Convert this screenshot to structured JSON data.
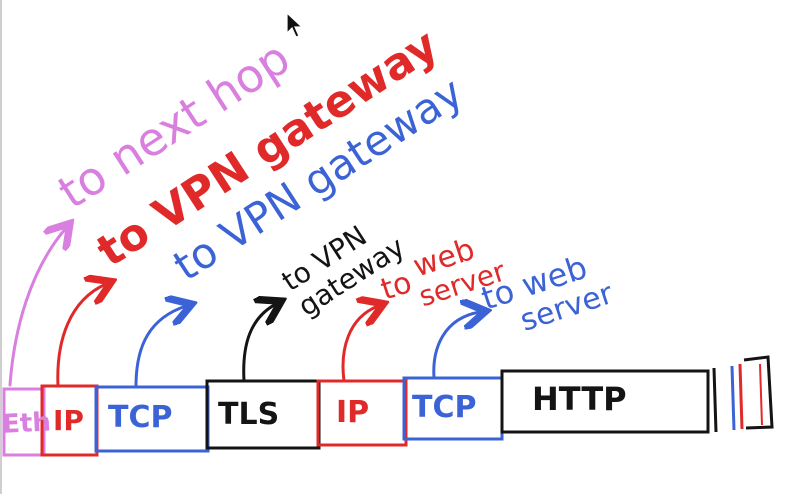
{
  "colors": {
    "pink": "#d97fe0",
    "red": "#e02a2a",
    "blue": "#3b63d6",
    "black": "#141414"
  },
  "cursor_icon": "mouse-pointer-icon",
  "segments": [
    {
      "id": "eth",
      "label": "Eth",
      "color": "pink"
    },
    {
      "id": "ip1",
      "label": "IP",
      "color": "red"
    },
    {
      "id": "tcp1",
      "label": "TCP",
      "color": "blue"
    },
    {
      "id": "tls",
      "label": "TLS",
      "color": "black"
    },
    {
      "id": "ip2",
      "label": "IP",
      "color": "red"
    },
    {
      "id": "tcp2",
      "label": "TCP",
      "color": "blue"
    },
    {
      "id": "http",
      "label": "HTTP",
      "color": "black"
    }
  ],
  "annotations": [
    {
      "id": "to-next-hop",
      "text": "to next hop",
      "color": "pink"
    },
    {
      "id": "to-vpn-gateway-red",
      "text": "to VPN gateway",
      "color": "red"
    },
    {
      "id": "to-vpn-gateway-blue",
      "text": "to VPN gateway",
      "color": "blue"
    },
    {
      "id": "to-vpn-gateway-black",
      "lines": [
        "to VPN",
        "gateway"
      ],
      "color": "black"
    },
    {
      "id": "to-web-server-red",
      "lines": [
        "web",
        "server"
      ],
      "prefix": "to",
      "color": "red"
    },
    {
      "id": "to-web-server-blue",
      "lines": [
        "to web",
        "server"
      ],
      "color": "blue"
    }
  ]
}
